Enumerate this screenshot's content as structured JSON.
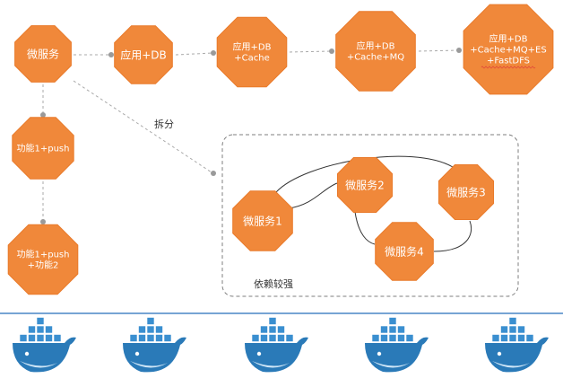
{
  "colors": {
    "node_fill": "#f0883a",
    "node_stroke": "#e97a2a",
    "connector": "#a9a9a9",
    "dot": "#9a9a9a",
    "group_border": "#7f7f7f",
    "divider": "#4a86c5",
    "whale": "#2a7ab8",
    "container": "#3a8fd0",
    "underline": "#e0463a"
  },
  "top_row": [
    {
      "id": "ms",
      "lines": [
        "微服务"
      ]
    },
    {
      "id": "appdb",
      "lines": [
        "应用+DB"
      ]
    },
    {
      "id": "cache",
      "lines": [
        "应用+DB",
        "+Cache"
      ]
    },
    {
      "id": "mq",
      "lines": [
        "应用+DB",
        "+Cache+MQ"
      ]
    },
    {
      "id": "es",
      "lines": [
        "应用+DB",
        "+Cache+MQ+ES",
        "+FastDFS"
      ]
    }
  ],
  "left_column": [
    {
      "id": "f1",
      "lines": [
        "功能1+push"
      ]
    },
    {
      "id": "f2",
      "lines": [
        "功能1+push",
        "+功能2"
      ]
    }
  ],
  "services": [
    {
      "id": "s1",
      "label": "微服务1"
    },
    {
      "id": "s2",
      "label": "微服务2"
    },
    {
      "id": "s3",
      "label": "微服务3"
    },
    {
      "id": "s4",
      "label": "微服务4"
    }
  ],
  "split_label": "拆分",
  "dependency_label": "依赖较强",
  "docker_icons": [
    "docker-whale-icon",
    "docker-whale-icon",
    "docker-whale-icon",
    "docker-whale-icon",
    "docker-whale-icon"
  ]
}
